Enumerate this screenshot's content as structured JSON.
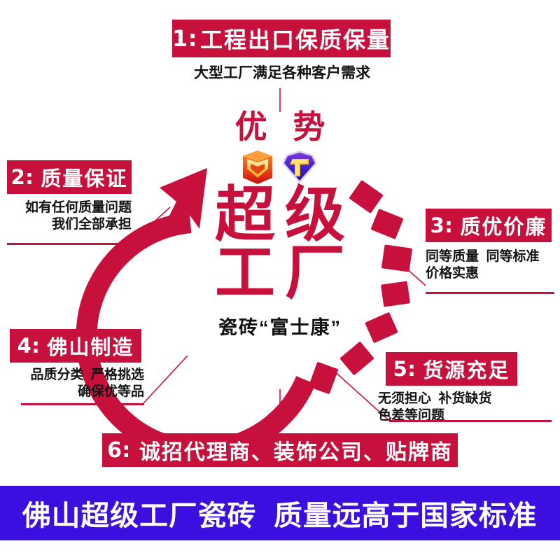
{
  "center": {
    "eyebrow": "优 势",
    "title_line1": "超级",
    "title_line2": "工厂",
    "subtitle": "瓷砖“富士康”",
    "badge_left_name": "hexagon-award-badge-icon",
    "badge_right_name": "shield-factory-badge-icon"
  },
  "colors": {
    "red": "#C8103C",
    "blue": "#3A0FE0",
    "white": "#FFFFFF",
    "text_dark": "#121212",
    "badge_orange": "#F0541A",
    "badge_gold": "#FFD24A",
    "badge_blue": "#3A1FBF",
    "badge_purple": "#7B2FD0"
  },
  "items": [
    {
      "number": "1:",
      "heading": "工程出口保质保量",
      "desc": "大型工厂满足各种客户需求"
    },
    {
      "number": "2:",
      "heading": "质量保证",
      "desc": "如有任何质量问题\n我们全部承担"
    },
    {
      "number": "3:",
      "heading": "质优价廉",
      "desc": "同等质量  同等标准\n价格实惠"
    },
    {
      "number": "4:",
      "heading": "佛山制造",
      "desc": "品质分类  严格挑选\n确保优等品"
    },
    {
      "number": "5:",
      "heading": "货源充足",
      "desc": "无须担心  补货缺货\n色差等问题"
    },
    {
      "number": "6:",
      "heading": "诚招代理商、装饰公司、贴牌商",
      "desc": ""
    }
  ],
  "banner": {
    "text": "佛山超级工厂瓷砖  质量远高于国家标准"
  }
}
